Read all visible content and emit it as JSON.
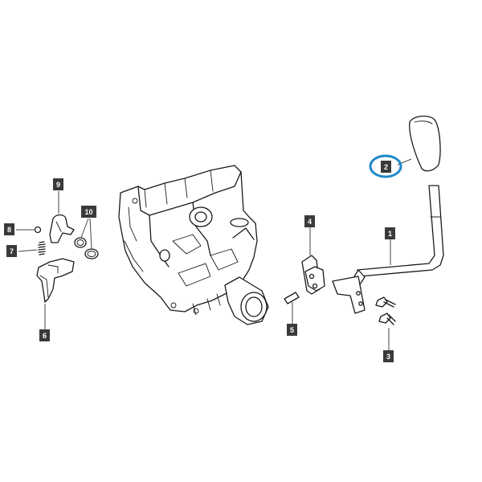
{
  "colors": {
    "line": "#1a1a1a",
    "callout_bg": "#3a3a3a",
    "callout_text": "#ffffff",
    "highlight": "#1e88c8"
  },
  "callouts": [
    {
      "id": "1",
      "label": "1"
    },
    {
      "id": "2",
      "label": "2",
      "highlighted": true
    },
    {
      "id": "3",
      "label": "3"
    },
    {
      "id": "4",
      "label": "4"
    },
    {
      "id": "5",
      "label": "5"
    },
    {
      "id": "6",
      "label": "6"
    },
    {
      "id": "7",
      "label": "7"
    },
    {
      "id": "8",
      "label": "8"
    },
    {
      "id": "9",
      "label": "9"
    },
    {
      "id": "10",
      "label": "10"
    }
  ]
}
